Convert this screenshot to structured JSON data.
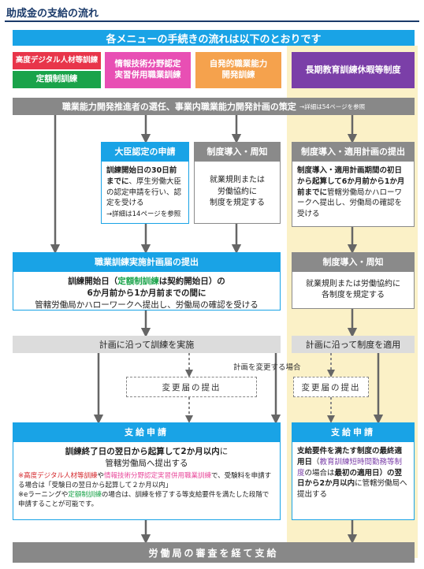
{
  "title": "助成金の支給の流れ",
  "banner": "各メニューの手続きの流れは以下のとおりです",
  "categories": {
    "c1a": "高度デジタル人材等訓練",
    "c1b": "定額制訓練",
    "c2": "情報技術分野認定\n実習併用職業訓練",
    "c3": "自発的職業能力\n開発訓練",
    "c4": "長期教育訓練休暇等制度"
  },
  "step1": {
    "text": "職業能力開発推進者の選任、事業内職業能力開発計画の策定",
    "ref": "→詳細は54ページを参照"
  },
  "minister": {
    "head": "大臣認定の申請",
    "b1": "訓練開始日の30日前までに",
    "t1": "、厚生労働大臣の認定申請を行い、認定を受ける",
    "ref": "→詳細は14ページを参照"
  },
  "sysIntro": {
    "head": "制度導入・周知",
    "body": "就業規則または\n労働協約に\n制度を規定する"
  },
  "sysPlan": {
    "head": "制度導入・適用計画の提出",
    "b1": "制度導入・適用計画期間の初日から起算して6か月前から1か月前までに",
    "t1": "管轄労働局かハローワークへ提出し、労働局の確認を受ける"
  },
  "trainPlan": {
    "head": "職業訓練実施計画届の提出",
    "l1a": "訓練開始日（",
    "l1b": "定額制訓練",
    "l1c": "は契約開始日）の",
    "l2": "6か月前から1か月前までの間に",
    "l3": "管轄労働局かハローワークへ提出し、労働局の確認を受ける"
  },
  "sysIntro2": {
    "head": "制度導入・周知",
    "body": "就業規則または労働協約に\n各制度を規定する"
  },
  "implement": {
    "left": "計画に沿って訓練を実施",
    "right": "計画に沿って制度を適用"
  },
  "changeLabel": "計画を変更する場合",
  "changeBox": "変更届の提出",
  "apply": {
    "head": "支給申請",
    "left_b": "訓練終了日の翌日から起算して2か月以内",
    "left_t1": "に",
    "left_t2": "管轄労働局へ提出する",
    "note1_mark": "※",
    "note1_a": "高度デジタル人材等訓練",
    "note1_b": "や",
    "note1_c": "情報技術分野認定実習併用職業訓練",
    "note1_d": "で、受験料を申請する場合は「受験日の翌日から起算して２か月以内」",
    "note2_mark": "※eラーニングや",
    "note2_a": "定額制訓練",
    "note2_b": "の場合は、訓練を修了する等支給要件を満たした段階で申請することが可能です。",
    "right_b1": "支給要件を満たす制度の最終適用日",
    "right_p1": "（",
    "right_p2": "教育訓練短時間勤務等制度",
    "right_p3": "の場合は",
    "right_b2": "最初の適用日",
    "right_p4": "）の翌日から2か月以内",
    "right_t": "に管轄労働局へ提出する"
  },
  "final": "労働局の審査を経て支給"
}
